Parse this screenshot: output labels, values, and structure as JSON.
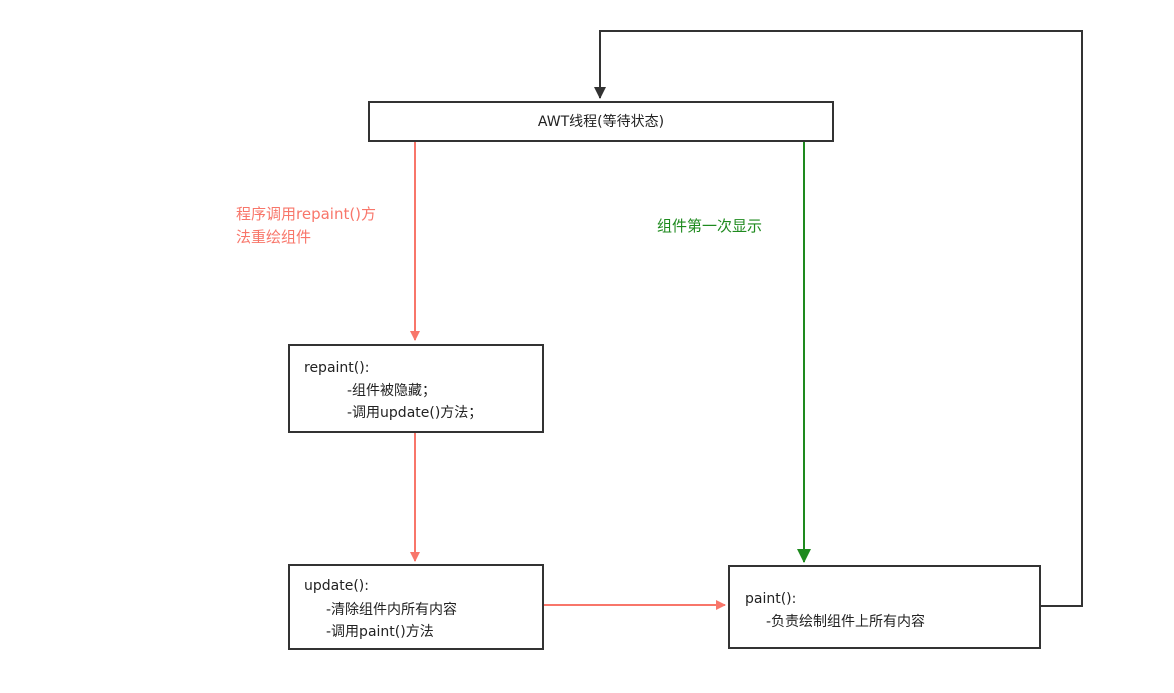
{
  "colors": {
    "red": "#f8766a",
    "green": "#1e8a1e",
    "dark": "#333333"
  },
  "nodes": {
    "awt": {
      "title": "AWT线程(等待状态)"
    },
    "repaint": {
      "title": "repaint():",
      "lines": [
        "-组件被隐藏；",
        "-调用update()方法；"
      ]
    },
    "update": {
      "title": "update():",
      "lines": [
        "-清除组件内所有内容",
        "-调用paint()方法"
      ]
    },
    "paint": {
      "title": "paint():",
      "lines": [
        "-负责绘制组件上所有内容"
      ]
    }
  },
  "edges": {
    "red_label": [
      "程序调用repaint()方",
      "法重绘组件"
    ],
    "green_label": "组件第一次显示"
  }
}
